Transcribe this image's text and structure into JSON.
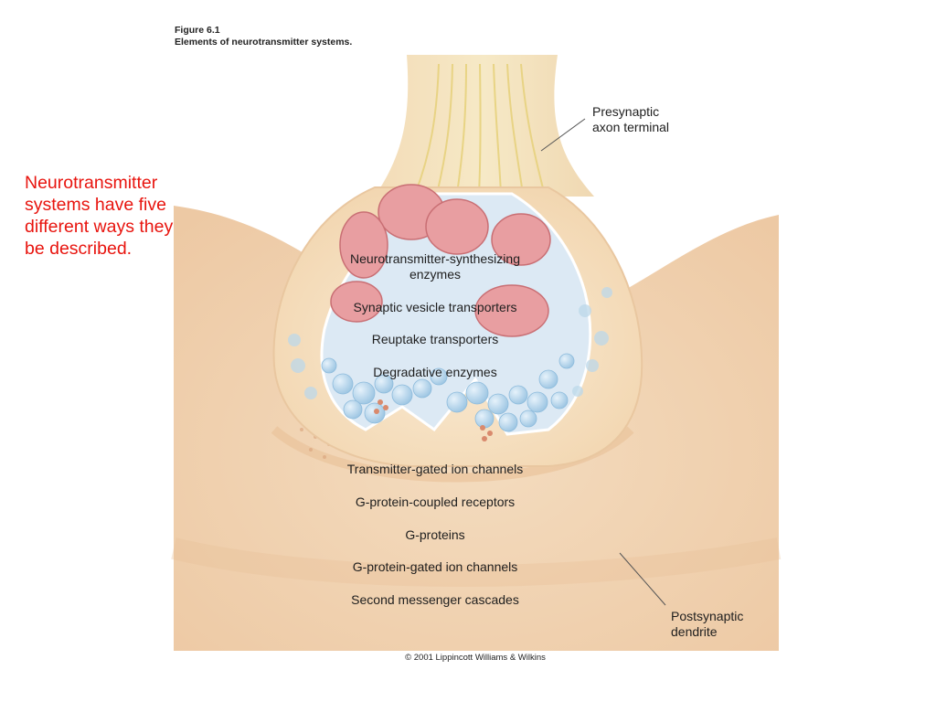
{
  "figure": {
    "number": "Figure 6.1",
    "title": "Elements of neurotransmitter systems."
  },
  "side_note": "Neurotransmitter systems have five different ways they can be described.",
  "callouts": {
    "presynaptic_line1": "Presynaptic",
    "presynaptic_line2": "axon terminal",
    "postsynaptic_line1": "Postsynaptic",
    "postsynaptic_line2": "dendrite"
  },
  "presynaptic_elements": [
    "Neurotransmitter-synthesizing",
    "enzymes",
    "Synaptic vesicle transporters",
    "Reuptake transporters",
    "Degradative enzymes"
  ],
  "postsynaptic_elements": [
    "Transmitter-gated ion channels",
    "G-protein-coupled receptors",
    "G-proteins",
    "G-protein-gated ion channels",
    "Second messenger cascades"
  ],
  "copyright": "© 2001 Lippincott Williams & Wilkins",
  "colors": {
    "note_red": "#e8140e",
    "dendrite": "#f1d4b2",
    "terminal": "#f7e4c6",
    "interior": "#dbe9f4",
    "mitochondria": "#e6989b",
    "vesicle": "#a9cde6"
  }
}
